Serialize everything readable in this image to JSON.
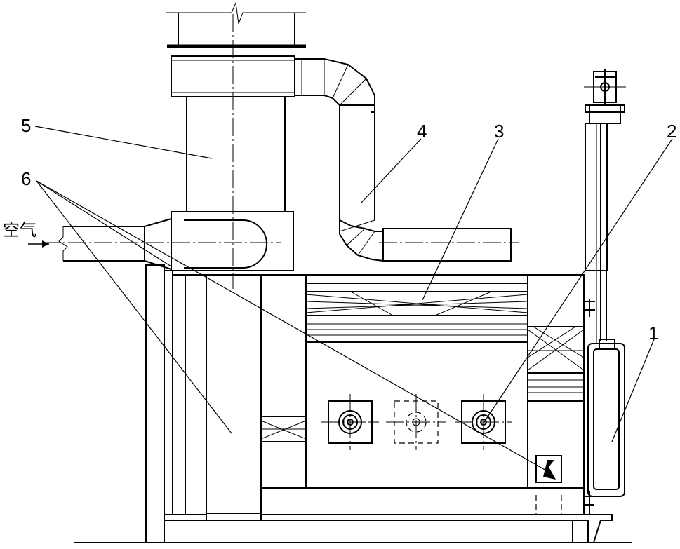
{
  "labels": {
    "part_1": "1",
    "part_2": "2",
    "part_3": "3",
    "part_4": "4",
    "part_5": "5",
    "part_6": "6",
    "air_inlet": "空气"
  }
}
